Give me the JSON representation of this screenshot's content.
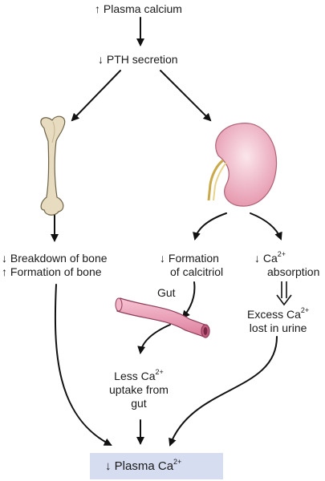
{
  "top": {
    "arrow": "↑",
    "text": "Plasma calcium"
  },
  "pth": {
    "arrow": "↓",
    "text": "PTH secretion"
  },
  "bone_effects": {
    "line1": {
      "arrow": "↓",
      "text": "Breakdown of bone"
    },
    "line2": {
      "arrow": "↑",
      "text": "Formation of bone"
    }
  },
  "calcitriol": {
    "line1_arrow": "↓",
    "line1": "Formation",
    "line2": "of calcitriol"
  },
  "ca_absorption": {
    "arrow": "↓",
    "base": "Ca",
    "sup": "2+",
    "line2": "absorption"
  },
  "gut_label": "Gut",
  "excess": {
    "line1": "Excess Ca",
    "sup": "2+",
    "line2": "lost in urine"
  },
  "less_uptake": {
    "line1": "Less Ca",
    "sup": "2+",
    "line2": "uptake from",
    "line3": "gut"
  },
  "result": {
    "arrow": "↓",
    "text": "Plasma Ca",
    "sup": "2+"
  },
  "colors": {
    "arrow": "#111111",
    "bone": "#e8dcc0",
    "bone_outline": "#6e6248",
    "kidney": "#f0b8c6",
    "kidney_outline": "#b06478",
    "gut": "#ee9ab4",
    "gut_outline": "#8e3d58",
    "result_box": "#d6ddf0"
  }
}
